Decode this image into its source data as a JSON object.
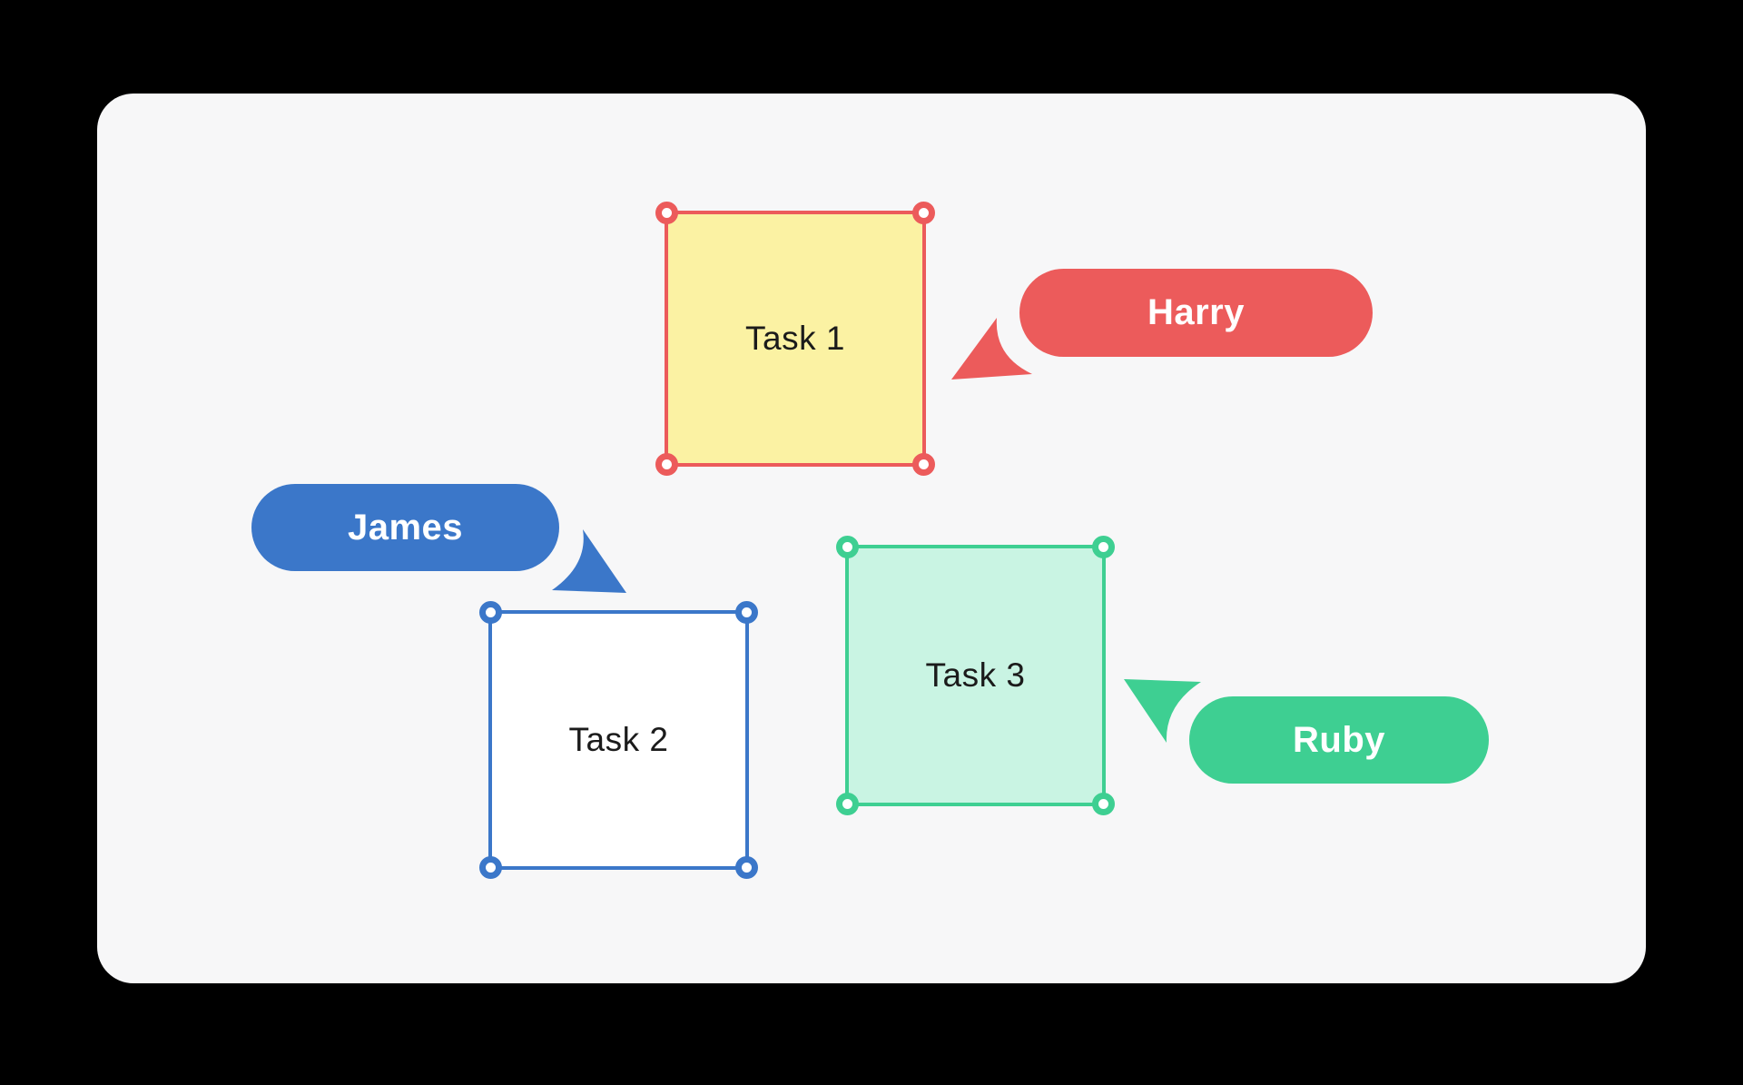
{
  "app": {
    "description": "Collaborative whiteboard canvas with tasks selected by users",
    "background_color": "#000000",
    "panel_color": "#F7F7F8"
  },
  "tasks": [
    {
      "label": "Task 1",
      "fill": "#FBF2A3",
      "stroke": "#EC5B5B",
      "selected_by": "Harry"
    },
    {
      "label": "Task 2",
      "fill": "#FFFFFF",
      "stroke": "#3B77C9",
      "selected_by": "James"
    },
    {
      "label": "Task 3",
      "fill": "#C9F4E3",
      "stroke": "#3ECF92",
      "selected_by": "Ruby"
    }
  ],
  "users": [
    {
      "name": "Harry",
      "color": "#EC5B5B"
    },
    {
      "name": "James",
      "color": "#3B77C9"
    },
    {
      "name": "Ruby",
      "color": "#3ECF92"
    }
  ]
}
